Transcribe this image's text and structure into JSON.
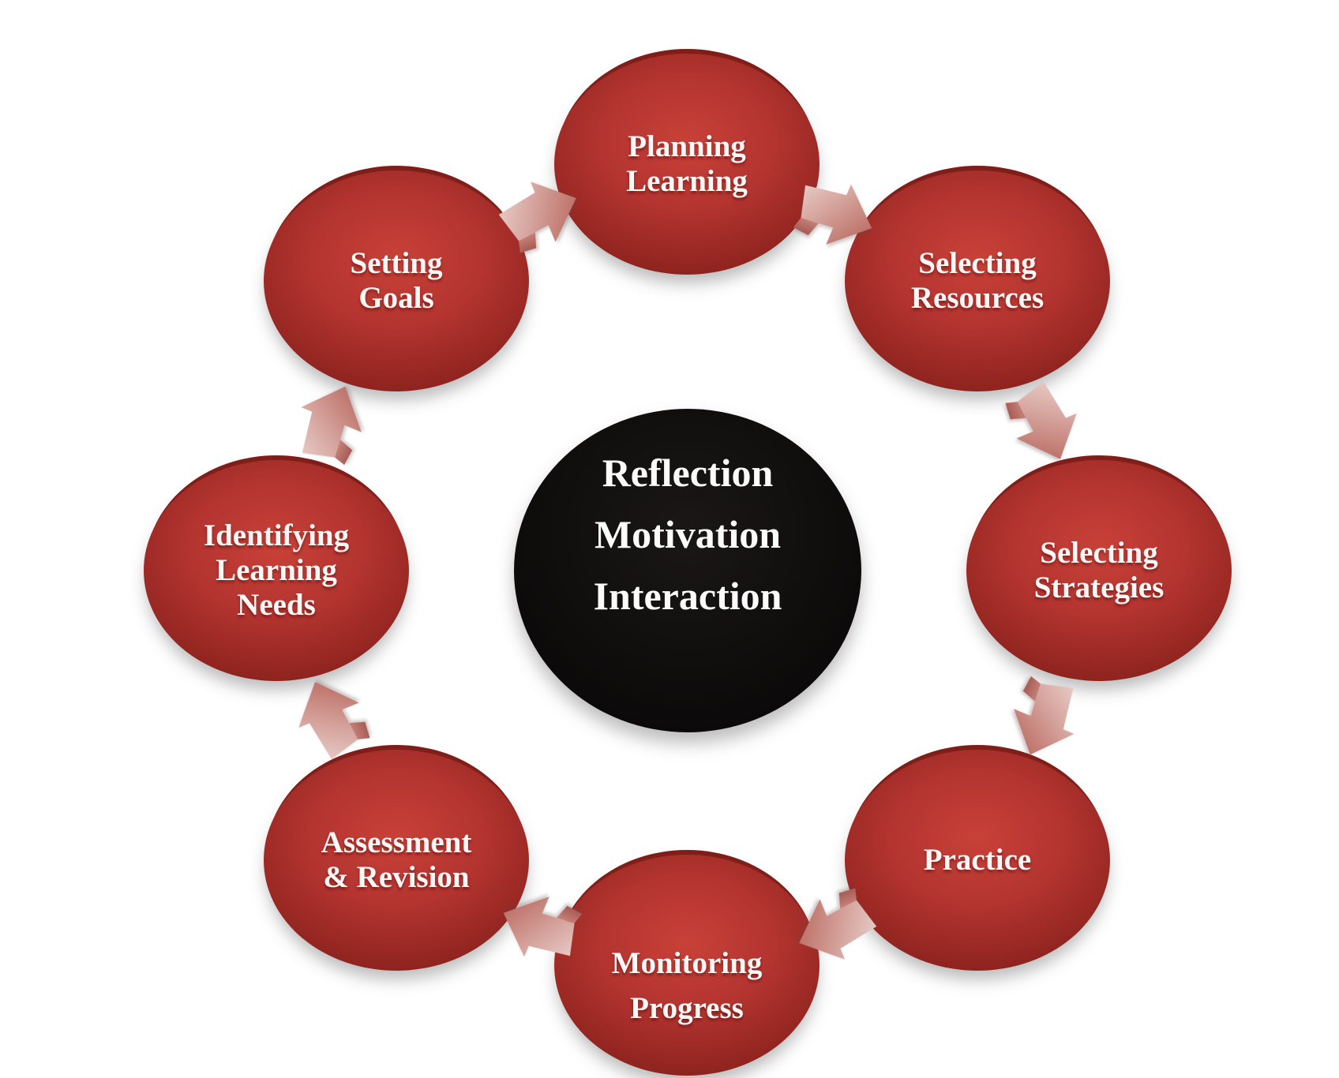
{
  "diagram": {
    "type": "cycle",
    "flow_direction": "clockwise",
    "background": "#ffffff",
    "hub": {
      "lines": [
        "Reflection",
        "Motivation",
        "Interaction"
      ],
      "fill": "#0b0909",
      "text_color": "#fbfbfb"
    },
    "nodes": [
      {
        "id": "planning-learning",
        "lines": [
          "Planning",
          "Learning"
        ]
      },
      {
        "id": "selecting-resources",
        "lines": [
          "Selecting",
          "Resources"
        ]
      },
      {
        "id": "selecting-strategies",
        "lines": [
          "Selecting",
          "Strategies"
        ]
      },
      {
        "id": "practice",
        "lines": [
          "Practice"
        ]
      },
      {
        "id": "monitoring-progress",
        "lines": [
          "Monitoring",
          "Progress"
        ]
      },
      {
        "id": "assessment-revision",
        "lines": [
          "Assessment",
          "& Revision"
        ]
      },
      {
        "id": "identifying-learning-needs",
        "lines": [
          "Identifying",
          "Learning",
          "Needs"
        ]
      },
      {
        "id": "setting-goals",
        "lines": [
          "Setting",
          "Goals"
        ]
      }
    ],
    "node_style": {
      "fill_light": "#c84138",
      "fill_mid": "#b43430",
      "fill_dark": "#8e231e",
      "text_color": "#fbf7f6"
    },
    "arrow_style": {
      "light": "#ecd3ce",
      "mid": "#d5a49d",
      "dark": "#bd7168",
      "fold_light": "#c58179",
      "fold_dark": "#a65a52"
    },
    "flow": [
      {
        "from": "setting-goals",
        "to": "planning-learning"
      },
      {
        "from": "planning-learning",
        "to": "selecting-resources"
      },
      {
        "from": "selecting-resources",
        "to": "selecting-strategies"
      },
      {
        "from": "selecting-strategies",
        "to": "practice"
      },
      {
        "from": "practice",
        "to": "monitoring-progress"
      },
      {
        "from": "monitoring-progress",
        "to": "assessment-revision"
      },
      {
        "from": "assessment-revision",
        "to": "identifying-learning-needs"
      },
      {
        "from": "identifying-learning-needs",
        "to": "setting-goals"
      }
    ]
  }
}
